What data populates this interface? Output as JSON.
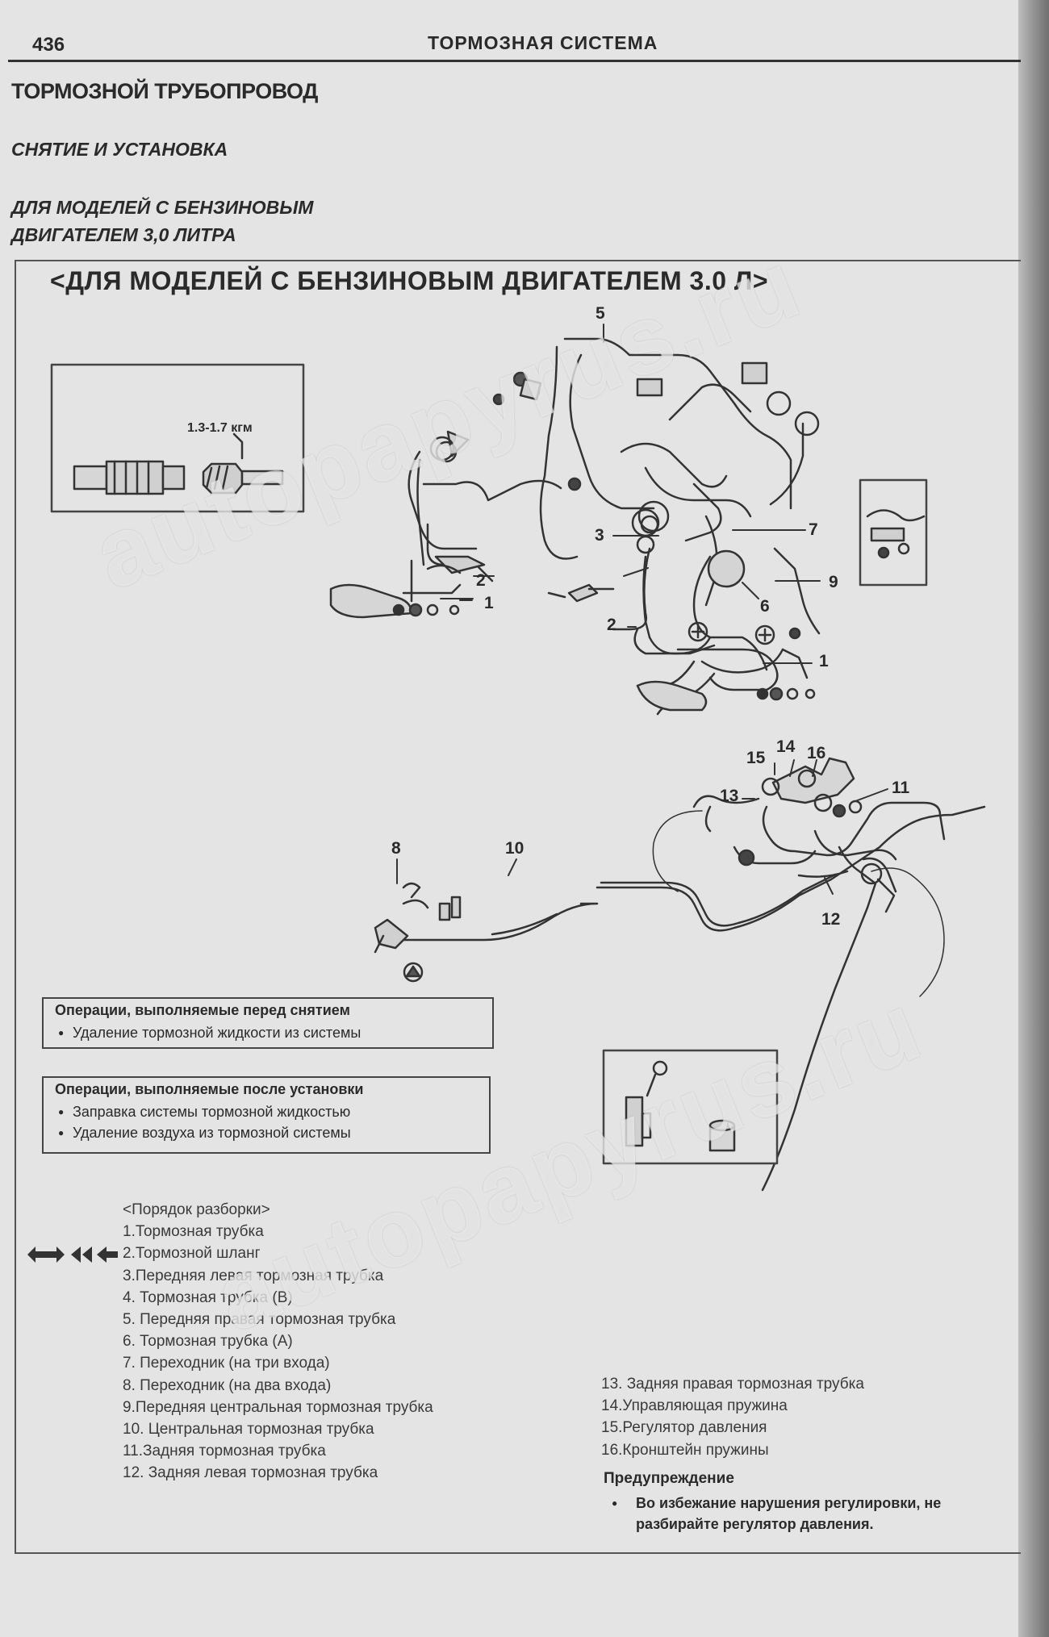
{
  "header": {
    "page_number": "436",
    "running_head": "ТОРМОЗНАЯ СИСТЕМА"
  },
  "headings": {
    "h1": "ТОРМОЗНОЙ ТРУБОПРОВОД",
    "h2": "СНЯТИЕ И УСТАНОВКА",
    "h3_line1": "ДЛЯ МОДЕЛЕЙ С БЕНЗИНОВЫМ",
    "h3_line2": "ДВИГАТЕЛЕМ 3,0 ЛИТРА"
  },
  "figure": {
    "title": "<ДЛЯ МОДЕЛЕЙ С БЕНЗИНОВЫМ ДВИГАТЕЛЕМ 3.0 Л>",
    "torque_label": "1.3-1.7 кгм",
    "callouts": {
      "c5": "5",
      "c3": "3",
      "c7": "7",
      "c9": "9",
      "c6": "6",
      "c2a": "2",
      "c1a": "1",
      "c2b": "2",
      "c1b": "1",
      "c15": "15",
      "c14": "14",
      "c16": "16",
      "c13": "13",
      "c11": "11",
      "c8": "8",
      "c10": "10",
      "c12": "12"
    }
  },
  "before_removal": {
    "title": "Операции, выполняемые перед снятием",
    "items": [
      "Удаление тормозной жидкости из системы"
    ]
  },
  "after_install": {
    "title": "Операции, выполняемые после установки",
    "items": [
      "Заправка системы тормозной жидкостью",
      "Удаление воздуха из тормозной системы"
    ]
  },
  "disassembly": {
    "title": "<Порядок разборки>",
    "items": [
      "1.Тормозная трубка",
      "2.Тормозной шланг",
      "3.Передняя левая тормозная трубка",
      "4.  Тормозная трубка (B)",
      "5. Передняя правая тормозная трубка",
      "6. Тормозная трубка (A)",
      "7. Переходник (на три входа)",
      "8. Переходник (на два входа)",
      "9.Передняя центральная тормозная трубка",
      "10. Центральная тормозная трубка",
      "11.Задняя тормозная трубка",
      "12. Задняя левая тормозная трубка"
    ],
    "items_right": [
      "13. Задняя правая тормозная трубка",
      "14.Управляющая пружина",
      "15.Регулятор давления",
      "16.Кронштейн пружины"
    ]
  },
  "warning": {
    "title": "Предупреждение",
    "text": "Во избежание нарушения регулировки, не разбирайте регулятор давления."
  },
  "watermarks": [
    "autopapyrus.ru",
    "autopapyrus.ru"
  ]
}
